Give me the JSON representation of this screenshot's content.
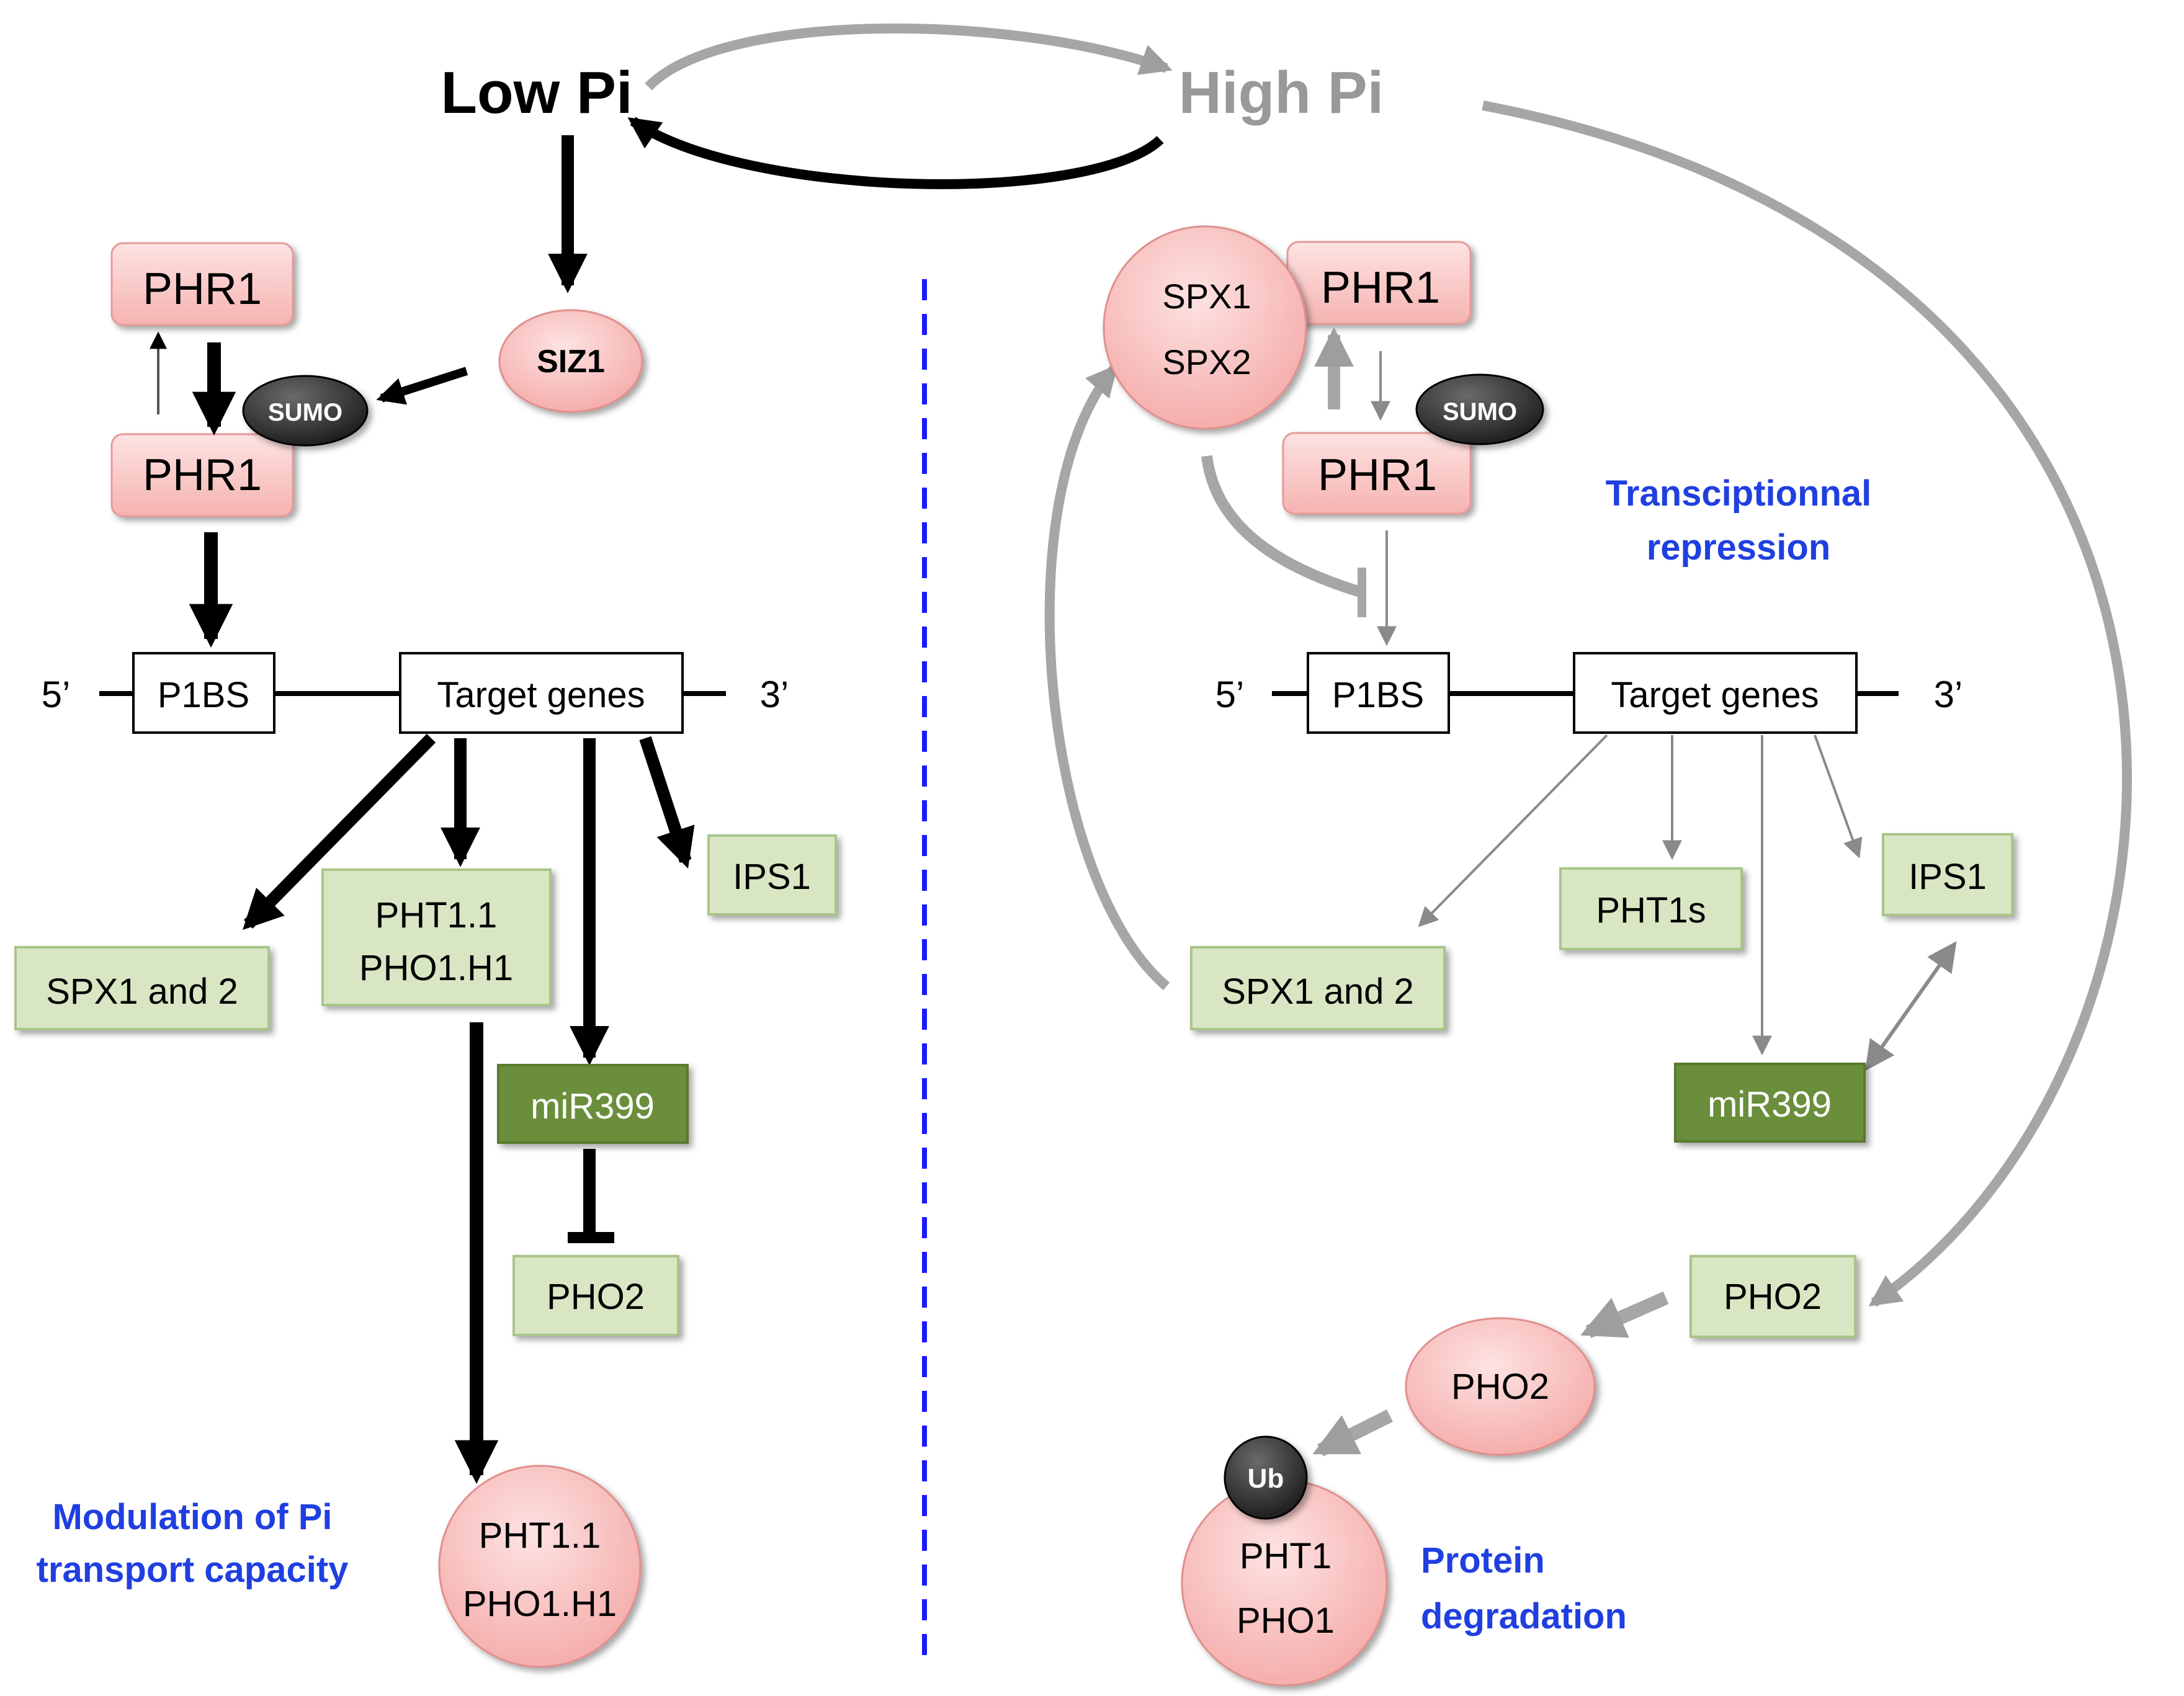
{
  "conditions": {
    "low_pi": "Low Pi",
    "high_pi": "High Pi"
  },
  "left": {
    "phr1_top": "PHR1",
    "phr1_sumo": "PHR1",
    "sumo": "SUMO",
    "siz1": "SIZ1",
    "strand_5": "5’",
    "strand_3": "3’",
    "p1bs": "P1BS",
    "target_genes": "Target genes",
    "spx": "SPX1 and 2",
    "pht_line1": "PHT1.1",
    "pht_line2": "PHO1.H1",
    "ips1": "IPS1",
    "mir399": "miR399",
    "pho2": "PHO2",
    "protein_line1": "PHT1.1",
    "protein_line2": "PHO1.H1",
    "caption_line1": "Modulation of Pi",
    "caption_line2": "transport capacity"
  },
  "right": {
    "spx1": "SPX1",
    "spx2": "SPX2",
    "phr1_top": "PHR1",
    "phr1_sumo": "PHR1",
    "sumo": "SUMO",
    "repression_line1": "Transciptionnal",
    "repression_line2": "repression",
    "strand_5": "5’",
    "strand_3": "3’",
    "p1bs": "P1BS",
    "target_genes": "Target genes",
    "spx": "SPX1 and 2",
    "pht1s": "PHT1s",
    "ips1": "IPS1",
    "mir399": "miR399",
    "pho2_gene": "PHO2",
    "pho2_protein": "PHO2",
    "ub": "Ub",
    "protein_line1": "PHT1",
    "protein_line2": "PHO1",
    "caption_line1": "Protein",
    "caption_line2": "degradation"
  },
  "colors": {
    "pink_fill": "#f9c8c6",
    "pink_stroke": "#e59a98",
    "green_fill": "#d9e6c3",
    "green_stroke": "#a9c58a",
    "dark_green": "#6b8e3a",
    "arrow_black": "#000000",
    "arrow_gray": "#a6a6a6",
    "divider_blue": "#1a1aff",
    "caption_blue": "#1f3fe0"
  }
}
